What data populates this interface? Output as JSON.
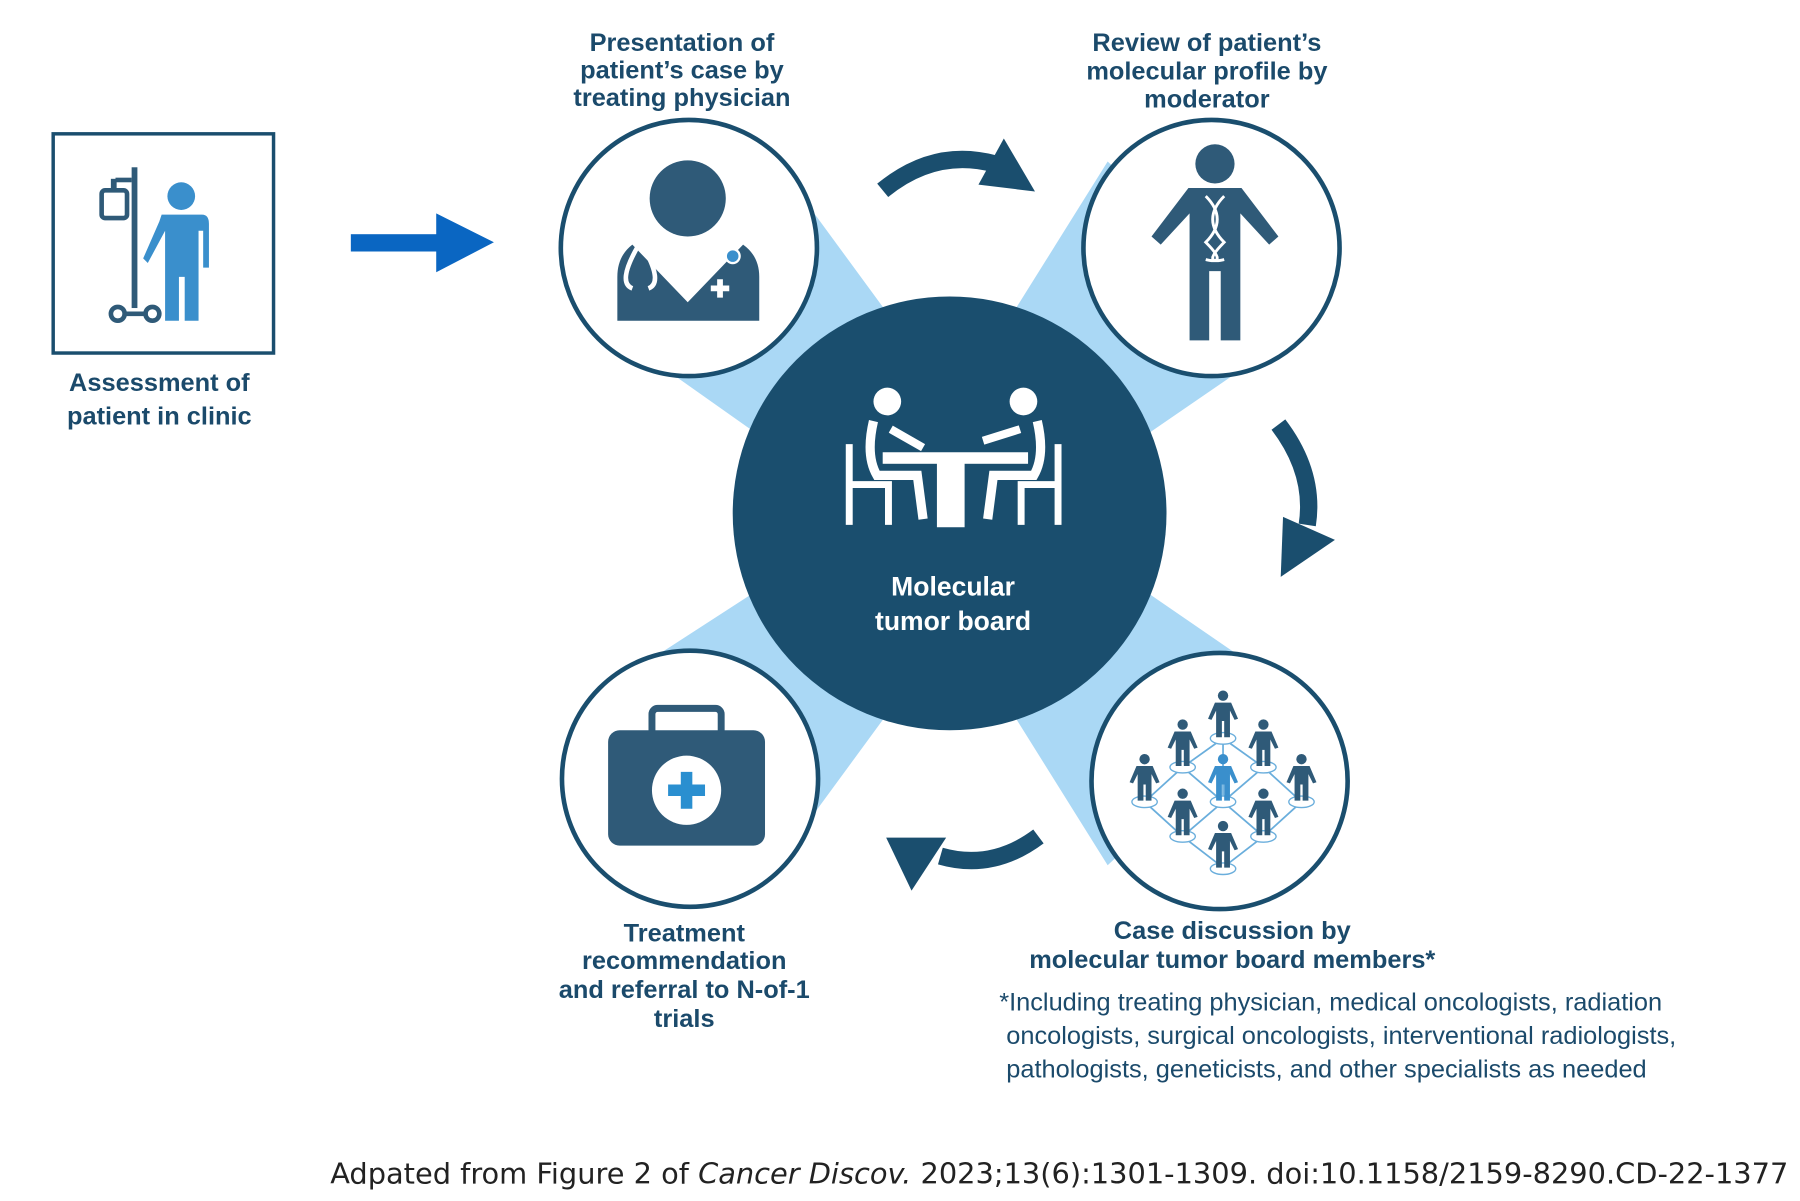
{
  "colors": {
    "dark": "#1a4e6e",
    "icon": "#2f5a78",
    "light": "#aad8f5",
    "bright_blue": "#0a66c2",
    "patient_blue": "#3a8fcc"
  },
  "assessment": {
    "lines": [
      "Assessment of",
      "patient in clinic"
    ]
  },
  "presentation": {
    "lines": [
      "Presentation of",
      "patient’s case by",
      "treating physician"
    ]
  },
  "review": {
    "lines": [
      "Review of patient’s",
      "molecular profile by",
      "moderator"
    ]
  },
  "treatment": {
    "lines": [
      "Treatment",
      "recommendation",
      "and referral to N-of-1",
      "trials"
    ]
  },
  "discussion": {
    "lines": [
      "Case discussion by",
      "molecular tumor board members*"
    ]
  },
  "footnote": {
    "lines": [
      "*Including treating physician, medical oncologists, radiation",
      " oncologists, surgical oncologists, interventional radiologists,",
      " pathologists, geneticists, and other specialists as needed"
    ]
  },
  "center": {
    "lines": [
      "Molecular",
      "tumor board"
    ]
  },
  "citation": {
    "prefix": "Adpated from Figure 2 of ",
    "journal": "Cancer Discov.",
    "suffix": " 2023;13(6):1301-1309. doi:10.1158/2159-8290.CD-22-1377"
  }
}
